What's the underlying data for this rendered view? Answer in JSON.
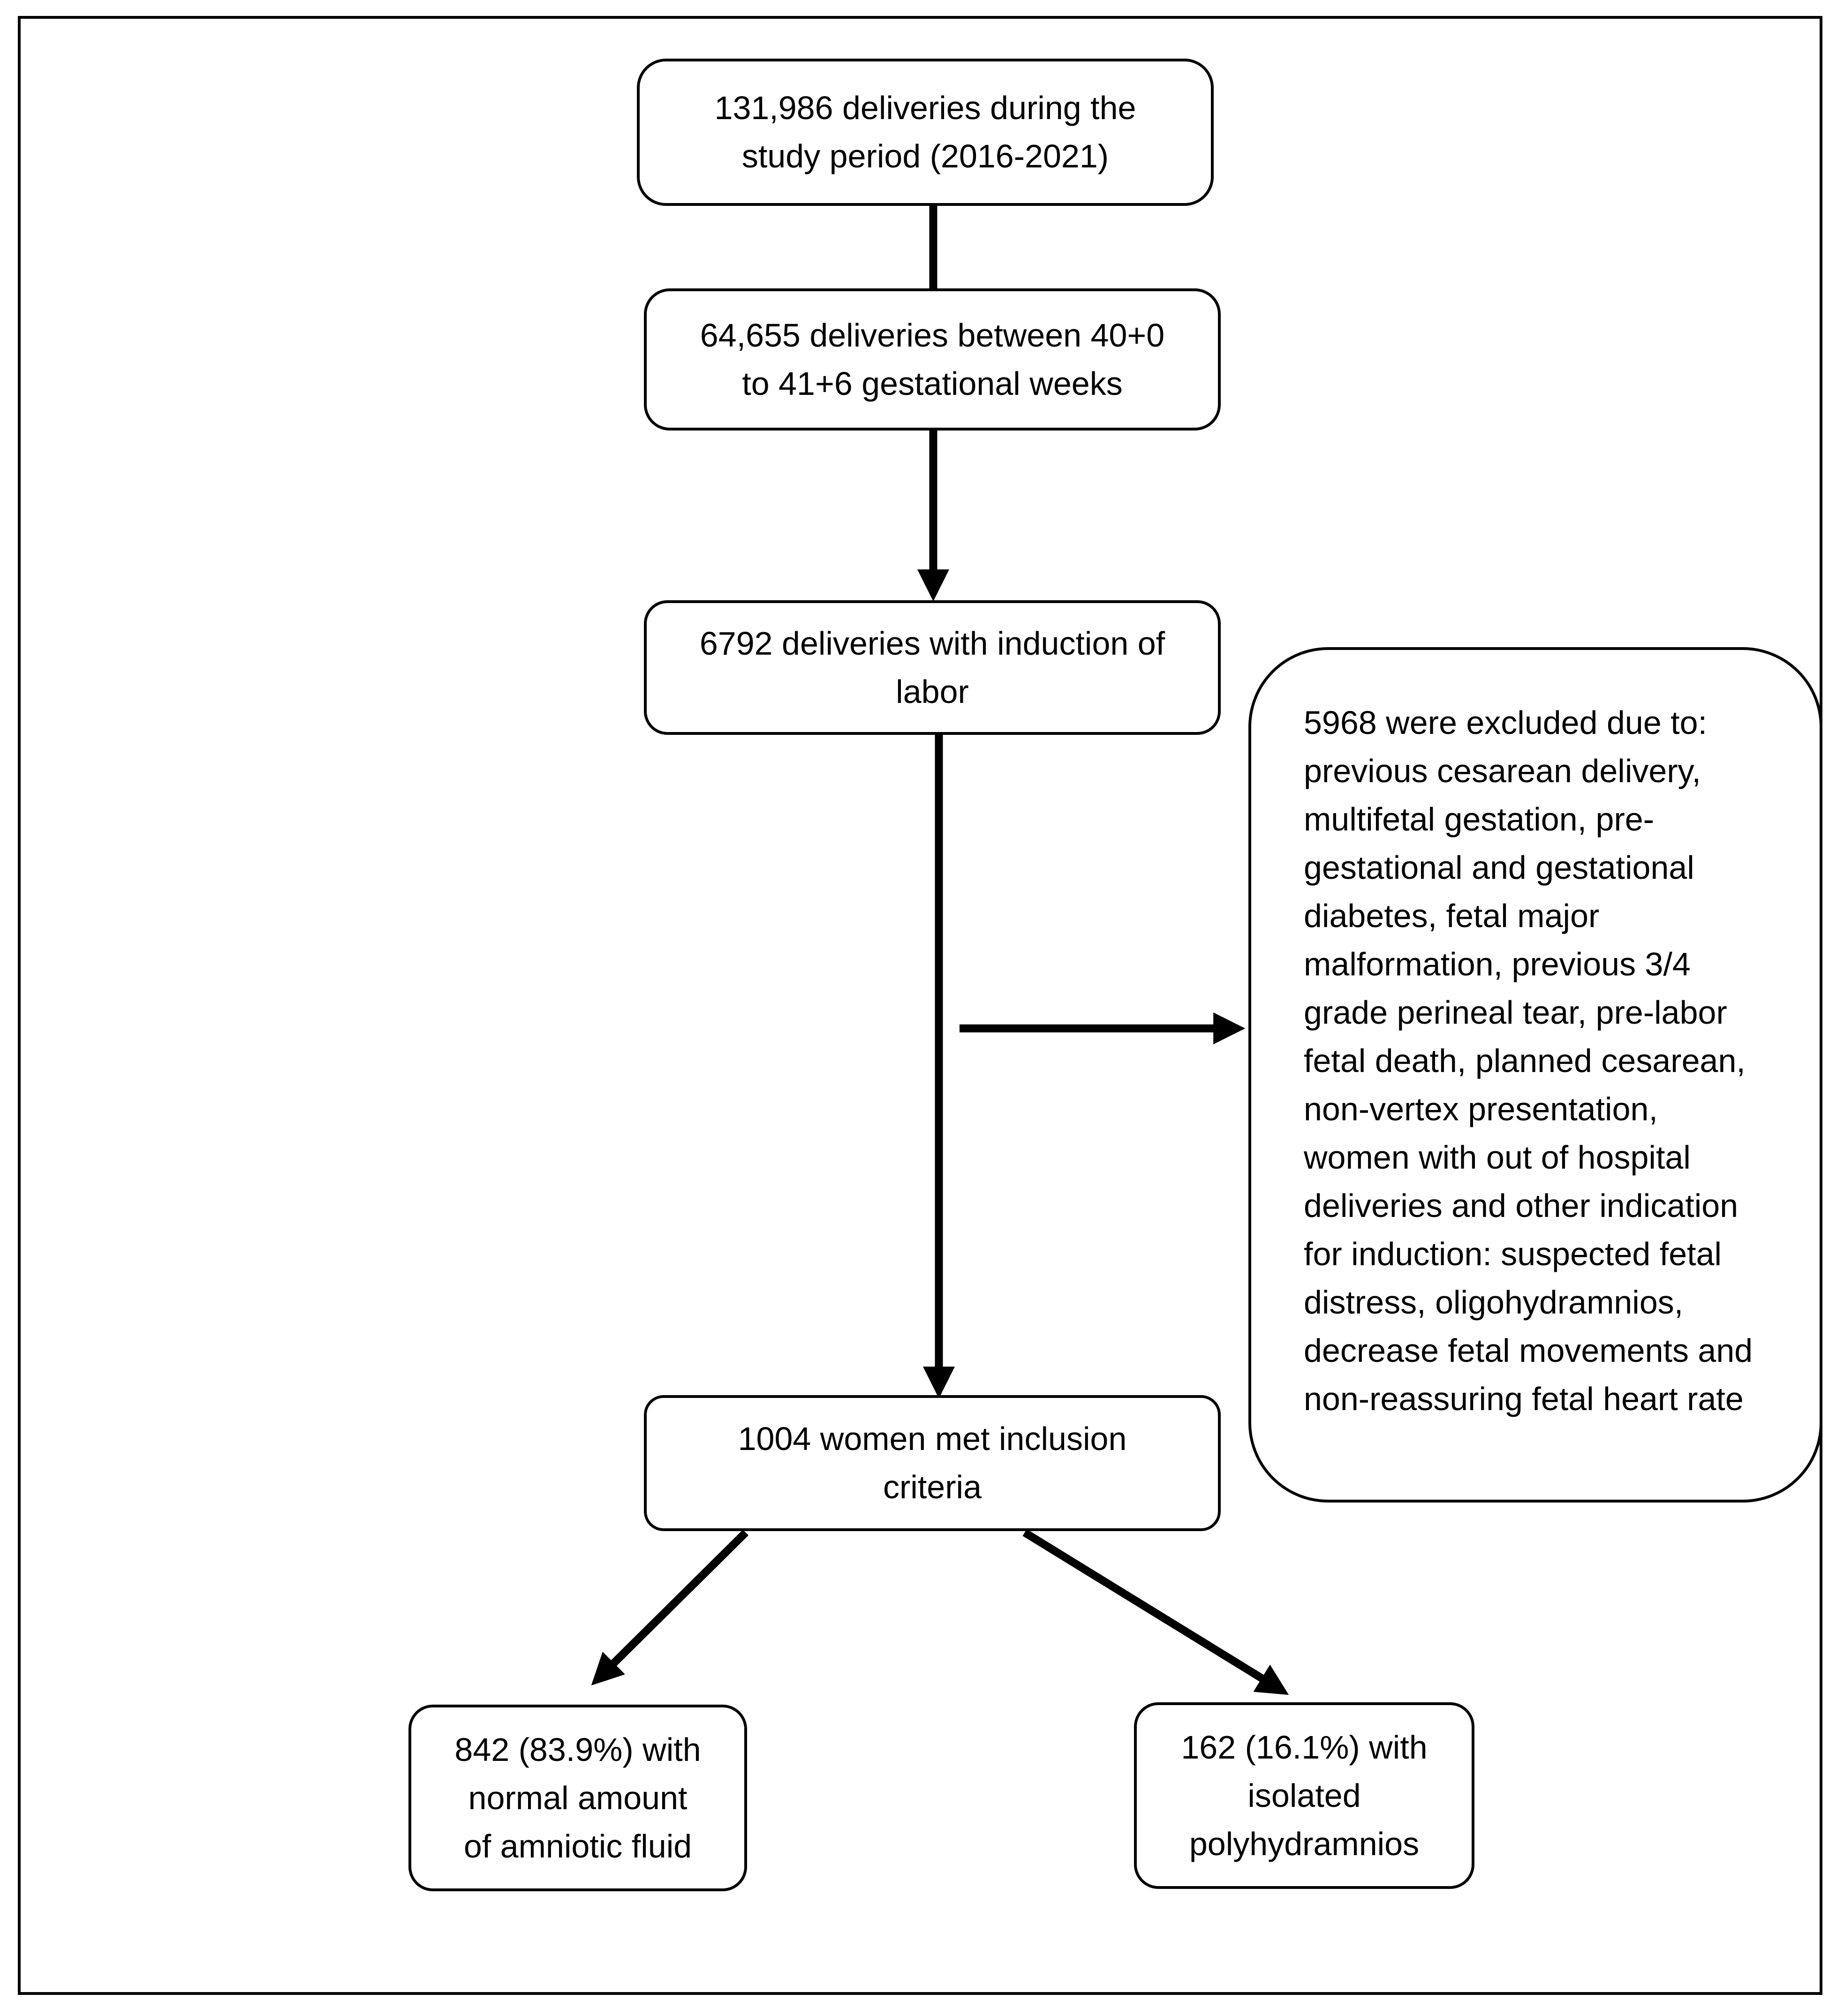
{
  "flowchart": {
    "total": {
      "text": "131,986 deliveries during the\nstudy period (2016-2021)"
    },
    "term": {
      "text": "64,655 deliveries between 40+0\nto 41+6 gestational weeks"
    },
    "induction": {
      "text": "6792 deliveries with induction of\nlabor"
    },
    "exclusion": {
      "text": "5968 were excluded due to:\nprevious cesarean delivery,\nmultifetal gestation, pre-\ngestational and gestational\ndiabetes, fetal major\nmalformation, previous 3/4\ngrade perineal tear, pre-labor\nfetal death, planned cesarean,\nnon-vertex presentation,\nwomen with out of hospital\ndeliveries and other indication\nfor induction: suspected fetal\ndistress, oligohydramnios,\ndecrease fetal movements and\nnon-reassuring fetal heart rate"
    },
    "included": {
      "text": "1004 women met inclusion\ncriteria"
    },
    "normal": {
      "text": "842 (83.9%) with\nnormal amount\nof amniotic fluid"
    },
    "polyhydramnios": {
      "text": "162 (16.1%) with\nisolated\npolyhydramnios"
    }
  }
}
